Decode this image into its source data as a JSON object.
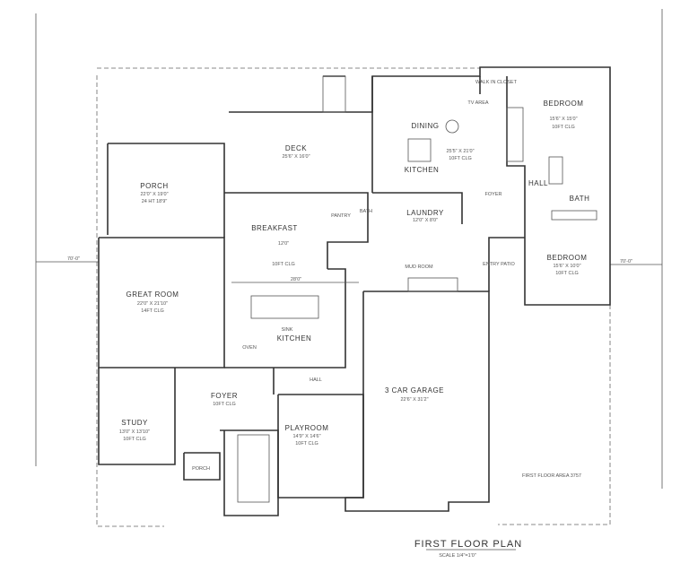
{
  "title": "FIRST FLOOR PLAN",
  "scale": "SCALE 1/4\"=1'0\"",
  "area_note": "FIRST FLOOR AREA 3757",
  "overall_dimension_left": "70'-0\"",
  "overall_dimension_right": "70'-0\"",
  "rooms": [
    {
      "name": "PORCH",
      "dims": "22'0\" X 19'0\"",
      "note": "24 HT 18'9\""
    },
    {
      "name": "DECK",
      "dims": "25'6\" X 16'0\"",
      "note": ""
    },
    {
      "name": "DINING",
      "dims": "",
      "note": ""
    },
    {
      "name": "TV AREA",
      "dims": "",
      "note": ""
    },
    {
      "name": "KITCHEN",
      "dims": "25'5\" X 21'0\"",
      "note": "10FT CLG"
    },
    {
      "name": "BEDROOM",
      "dims": "15'6\" X 15'0\"",
      "note": "10FT CLG"
    },
    {
      "name": "HALL",
      "dims": "",
      "note": ""
    },
    {
      "name": "BATH",
      "dims": "",
      "note": ""
    },
    {
      "name": "FOYER",
      "dims": "",
      "note": ""
    },
    {
      "name": "LAUNDRY",
      "dims": "12'0\" X 8'0\"",
      "note": ""
    },
    {
      "name": "PANTRY",
      "dims": "",
      "note": ""
    },
    {
      "name": "BATH",
      "dims": "",
      "note": ""
    },
    {
      "name": "BREAKFAST",
      "dims": "12'0\"",
      "note": "10FT CLG"
    },
    {
      "name": "GREAT ROOM",
      "dims": "22'0\" X 21'10\"",
      "note": "14FT CLG"
    },
    {
      "name": "KITCHEN",
      "dims": "",
      "note": ""
    },
    {
      "name": "MUD ROOM",
      "dims": "",
      "note": ""
    },
    {
      "name": "ENTRY PATIO",
      "dims": "",
      "note": ""
    },
    {
      "name": "BEDROOM",
      "dims": "15'6\" X 10'0\"",
      "note": "10FT CLG"
    },
    {
      "name": "3 CAR GARAGE",
      "dims": "22'6\" X 31'2\"",
      "note": ""
    },
    {
      "name": "HALL",
      "dims": "",
      "note": ""
    },
    {
      "name": "FOYER",
      "dims": "",
      "note": "10FT CLG"
    },
    {
      "name": "STUDY",
      "dims": "13'0\" X 13'10\"",
      "note": "10FT CLG"
    },
    {
      "name": "PLAYROOM",
      "dims": "14'9\" X 14'6\"",
      "note": "10FT CLG"
    },
    {
      "name": "PORCH",
      "dims": "",
      "note": ""
    }
  ],
  "dimension_28": "28'0\"",
  "labels": {
    "oven": "OVEN",
    "walk_in_closet": "WALK IN CLOSET",
    "sink": "SINK"
  }
}
